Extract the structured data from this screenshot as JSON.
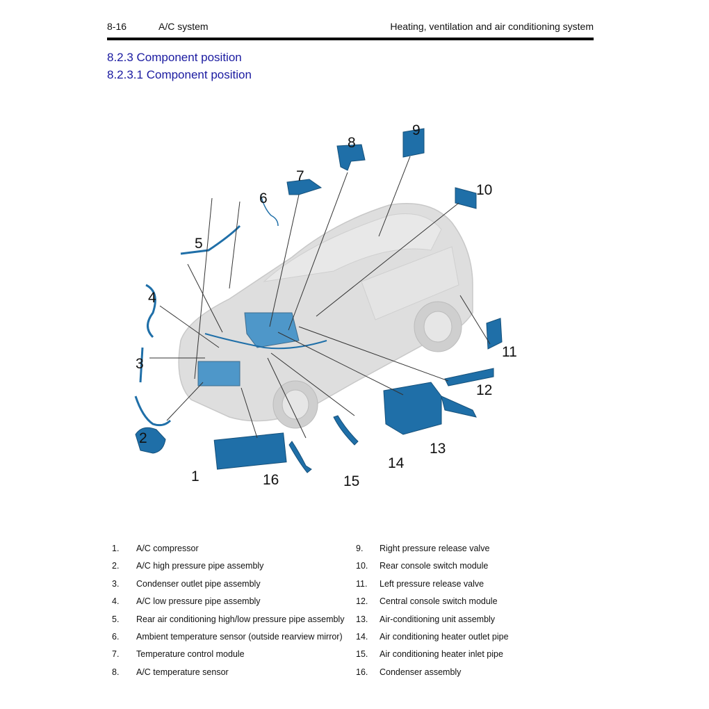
{
  "header": {
    "page_number": "8-16",
    "chapter": "A/C system",
    "section": "Heating, ventilation and air conditioning system"
  },
  "headings": {
    "h1": "8.2.3 Component position",
    "h2": "8.2.3.1 Component position"
  },
  "figure": {
    "description": "Exploded isometric view of SUV showing A/C system component positions",
    "colors": {
      "component": "#1f6fa8",
      "component_light": "#2b86c5",
      "vehicle": "#d9d9d9",
      "leader": "#333333"
    },
    "callouts": [
      "1",
      "2",
      "3",
      "4",
      "5",
      "6",
      "7",
      "8",
      "9",
      "10",
      "11",
      "12",
      "13",
      "14",
      "15",
      "16"
    ]
  },
  "legend": {
    "left": [
      {
        "num": "1.",
        "label": "A/C compressor"
      },
      {
        "num": "2.",
        "label": "A/C high pressure pipe assembly"
      },
      {
        "num": "3.",
        "label": "Condenser outlet pipe assembly"
      },
      {
        "num": "4.",
        "label": "A/C low pressure pipe assembly"
      },
      {
        "num": "5.",
        "label": "Rear air conditioning high/low pressure pipe assembly"
      },
      {
        "num": "6.",
        "label": "Ambient temperature sensor (outside rearview mirror)"
      },
      {
        "num": "7.",
        "label": "Temperature control module"
      },
      {
        "num": "8.",
        "label": "A/C temperature sensor"
      }
    ],
    "right": [
      {
        "num": "9.",
        "label": "Right pressure release valve"
      },
      {
        "num": "10.",
        "label": "Rear console switch module"
      },
      {
        "num": "11.",
        "label": "Left pressure release valve"
      },
      {
        "num": "12.",
        "label": "Central console switch module"
      },
      {
        "num": "13.",
        "label": "Air-conditioning unit assembly"
      },
      {
        "num": "14.",
        "label": "Air conditioning heater outlet pipe"
      },
      {
        "num": "15.",
        "label": "Air conditioning heater inlet pipe"
      },
      {
        "num": "16.",
        "label": "Condenser assembly"
      }
    ]
  }
}
